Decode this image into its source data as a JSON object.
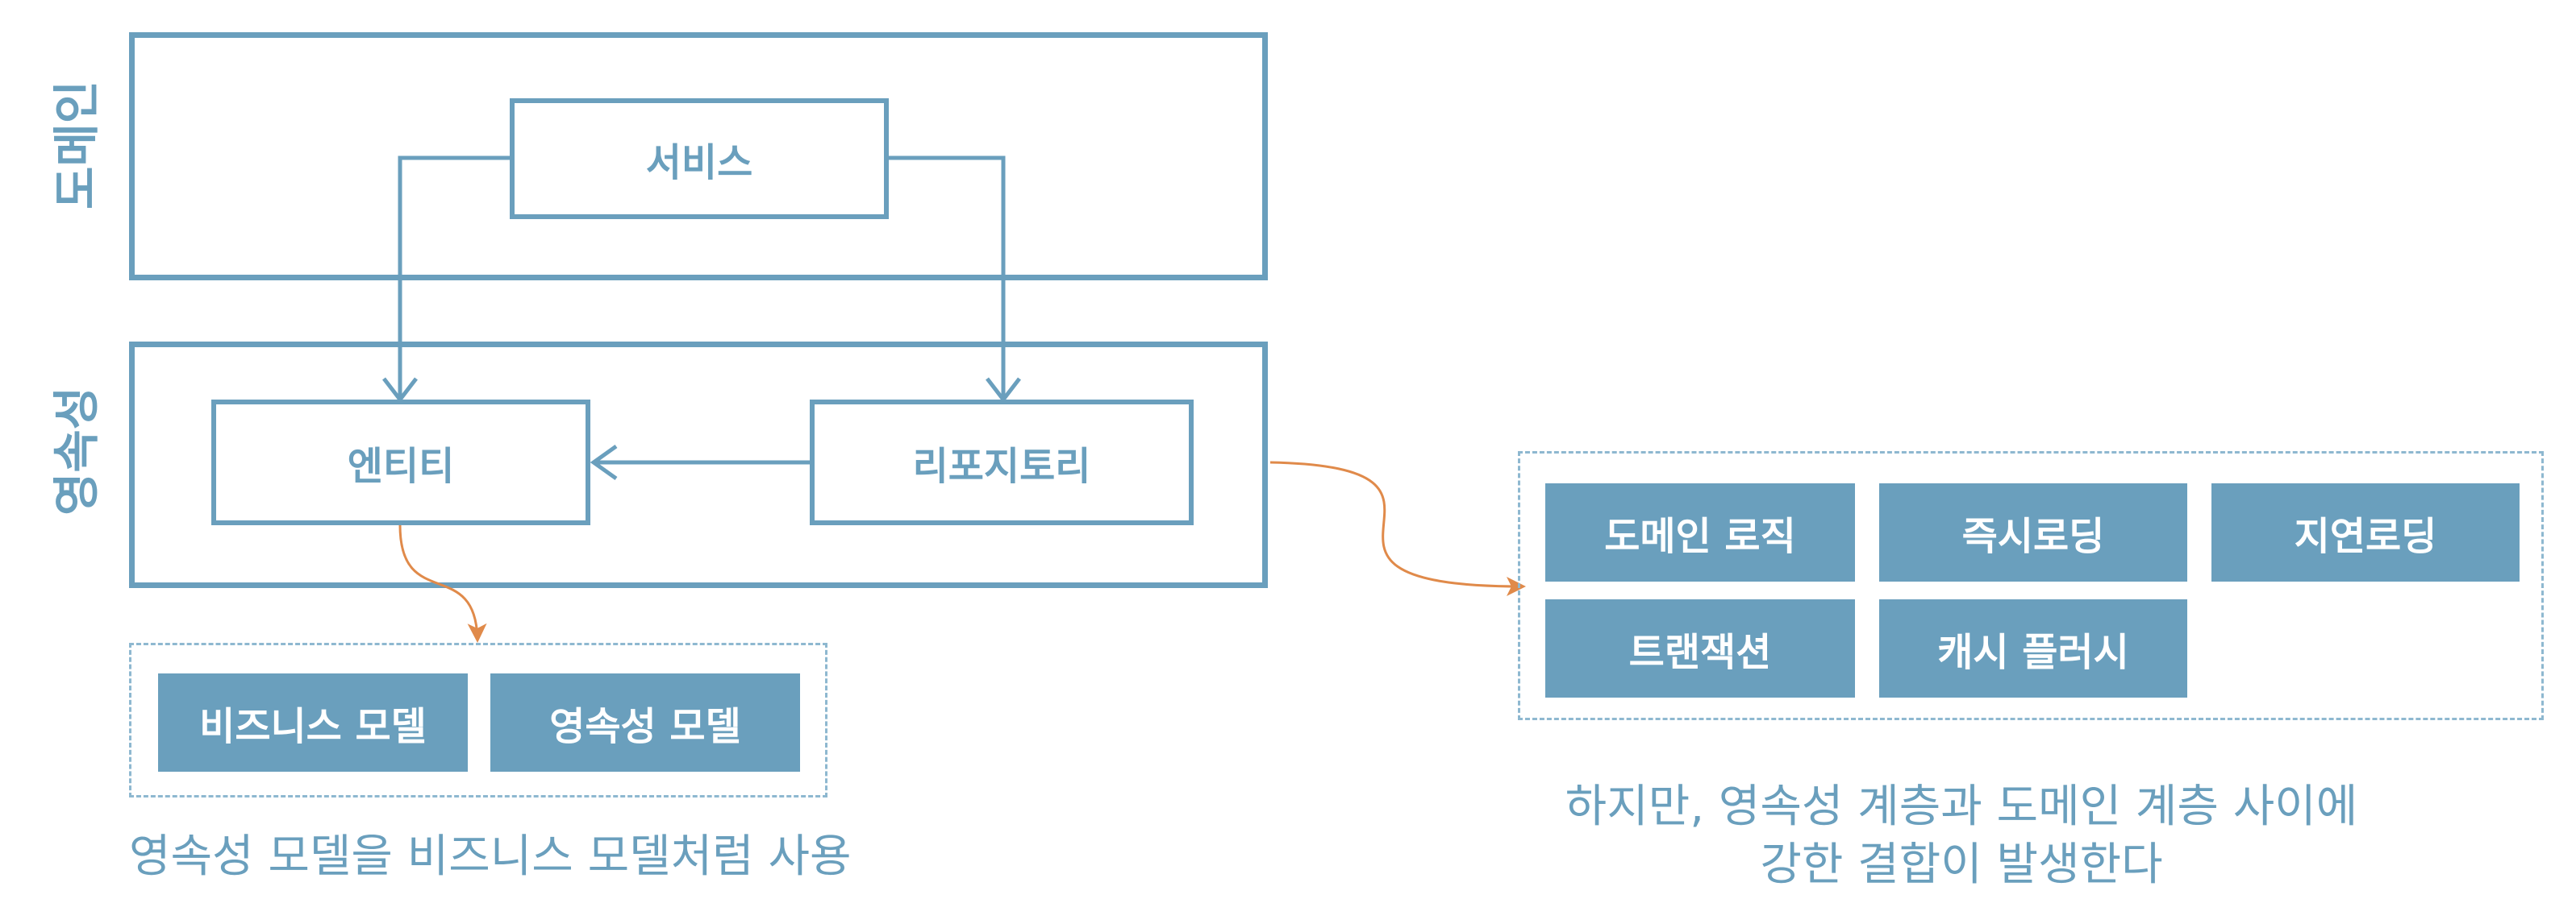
{
  "colors": {
    "primary": "#6a9fbd",
    "dashed_border": "#8eb8d0",
    "accent_arrow": "#e08a4a",
    "tile_text": "#ffffff"
  },
  "layers": {
    "domain": {
      "label": "도메인"
    },
    "persistence": {
      "label": "영속성"
    }
  },
  "nodes": {
    "service": "서비스",
    "entity": "엔티티",
    "repository": "리포지토리"
  },
  "left_group": {
    "tiles": [
      "비즈니스 모델",
      "영속성 모델"
    ],
    "caption": "영속성 모델을 비즈니스 모델처럼 사용"
  },
  "right_group": {
    "tiles": [
      "도메인 로직",
      "즉시로딩",
      "지연로딩",
      "트랜잭션",
      "캐시 플러시"
    ],
    "caption_lines": [
      "하지만, 영속성 계층과 도메인 계층 사이에",
      "강한 결합이 발생한다"
    ]
  }
}
